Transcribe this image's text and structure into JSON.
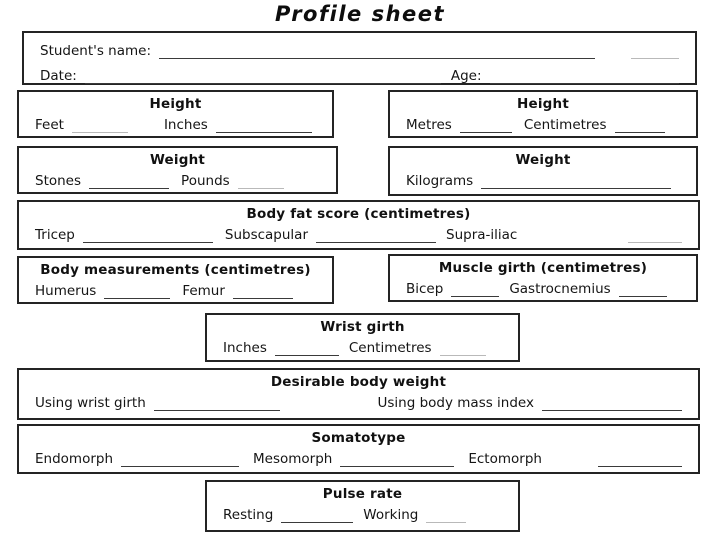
{
  "page_title": "Profile sheet",
  "top_box": {
    "name_label": "Student's name:",
    "name_value": "",
    "date_label": "Date:",
    "date_value": "",
    "age_label": "Age:",
    "age_value": ""
  },
  "boxes": [
    {
      "id": "height-imperial",
      "title": "Height",
      "fields": [
        {
          "label": "Feet",
          "value": ""
        },
        {
          "label": "Inches",
          "value": ""
        }
      ]
    },
    {
      "id": "height-metric",
      "title": "Height",
      "fields": [
        {
          "label": "Metres",
          "value": ""
        },
        {
          "label": "Centimetres",
          "value": ""
        }
      ]
    },
    {
      "id": "weight-imperial",
      "title": "Weight",
      "fields": [
        {
          "label": "Stones",
          "value": ""
        },
        {
          "label": "Pounds",
          "value": ""
        }
      ]
    },
    {
      "id": "weight-metric",
      "title": "Weight",
      "fields": [
        {
          "label": "Kilograms",
          "value": ""
        }
      ]
    },
    {
      "id": "body-fat-score",
      "title": "Body fat score (centimetres)",
      "fields": [
        {
          "label": "Tricep",
          "value": ""
        },
        {
          "label": "Subscapular",
          "value": ""
        },
        {
          "label": "Supra-iliac",
          "value": ""
        }
      ]
    },
    {
      "id": "body-measurements",
      "title": "Body measurements (centimetres)",
      "fields": [
        {
          "label": "Humerus",
          "value": ""
        },
        {
          "label": "Femur",
          "value": ""
        }
      ]
    },
    {
      "id": "muscle-girth",
      "title": "Muscle girth (centimetres)",
      "fields": [
        {
          "label": "Bicep",
          "value": ""
        },
        {
          "label": "Gastrocnemius",
          "value": ""
        }
      ]
    },
    {
      "id": "wrist-girth",
      "title": "Wrist girth",
      "fields": [
        {
          "label": "Inches",
          "value": ""
        },
        {
          "label": "Centimetres",
          "value": ""
        }
      ]
    },
    {
      "id": "desirable-body-weight",
      "title": "Desirable body weight",
      "fields": [
        {
          "label": "Using wrist girth",
          "value": ""
        },
        {
          "label": "Using body mass index",
          "value": ""
        }
      ]
    },
    {
      "id": "somatotype",
      "title": "Somatotype",
      "fields": [
        {
          "label": "Endomorph",
          "value": ""
        },
        {
          "label": "Mesomorph",
          "value": ""
        },
        {
          "label": "Ectomorph",
          "value": ""
        }
      ]
    },
    {
      "id": "pulse-rate",
      "title": "Pulse rate",
      "fields": [
        {
          "label": "Resting",
          "value": ""
        },
        {
          "label": "Working",
          "value": ""
        }
      ]
    }
  ],
  "colors": {
    "text": "#151515",
    "box_border": "#242424",
    "blank_line": "#3a3a3a",
    "background": "#ffffff"
  }
}
